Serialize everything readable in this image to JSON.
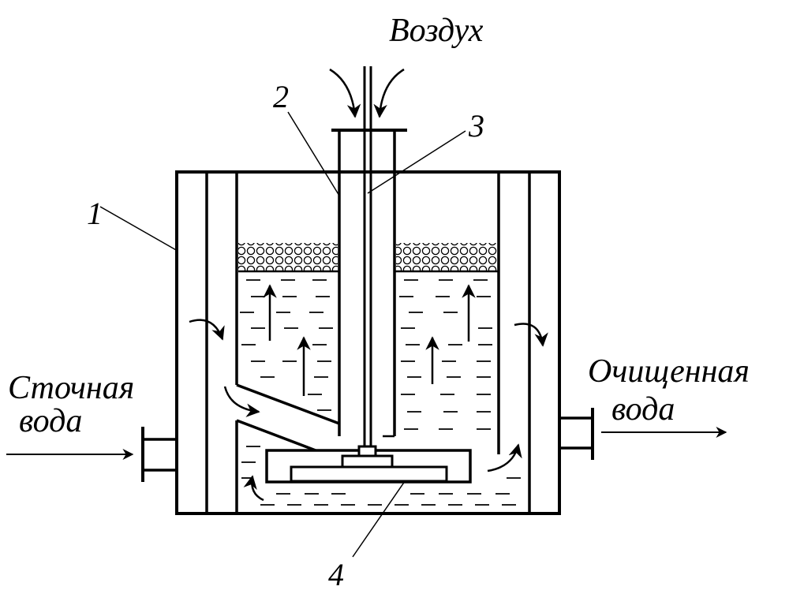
{
  "labels": {
    "air": "Воздух",
    "inlet_line1": "Сточная",
    "inlet_line2": "вода",
    "outlet_line1": "Очищенная",
    "outlet_line2": "вода",
    "n1": "1",
    "n2": "2",
    "n3": "3",
    "n4": "4"
  }
}
